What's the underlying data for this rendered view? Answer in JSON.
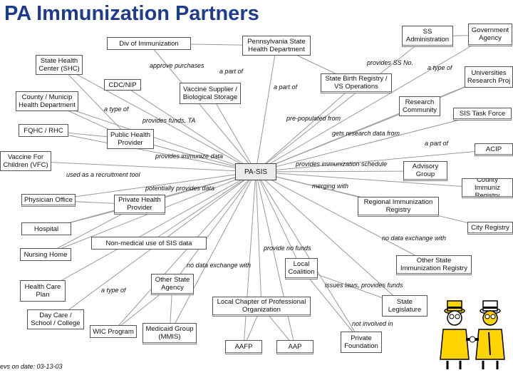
{
  "title": "PA Immunization Partners",
  "footer": "evs on date: 03-13-03",
  "colors": {
    "title": "#1f3b8c",
    "link_line": "#9a9a9a",
    "hub_fill": "#ececec"
  },
  "nodes": {
    "div_immunization": "Div of Immunization",
    "pa_health_dept": "Pennsylvania State\nHealth Department",
    "ss_admin": "SS\nAdministration",
    "gov_agency": "Government\nAgency",
    "state_health_center": "State Health\nCenter (SHC)",
    "cdc_nip": "CDC/NIP",
    "vaccine_supplier": "Vaccine Supplier /\nBiological Storage",
    "birth_registry": "State Birth Registry /\nVS Operations",
    "universities": "Universities\nResearch Proj",
    "county_health": "County / Municip\nHealth Department",
    "research_community": "Research\nCommunity",
    "sis_task_force": "SIS Task Force",
    "fqhc": "FQHC / RHC",
    "public_health_provider": "Public Health\nProvider",
    "acip": "ACIP",
    "vfc": "Vaccine For\nChildren (VFC)",
    "pa_sis": "PA-SIS",
    "advisory_group": "Advisory\nGroup",
    "county_immun_registry": "County Immuniz\nRegistry",
    "physician_office": "Physician Office",
    "private_health_provider": "Private Health\nProvider",
    "regional_registry": "Regional Immunization\nRegistry",
    "hospital": "Hospital",
    "city_registry": "City Registry",
    "nonmedical_use": "Non-medical use of SIS data",
    "nursing_home": "Nursing Home",
    "local_coalition": "Local\nCoalition",
    "other_state_registry": "Other State\nImmunization Registry",
    "health_care_plan": "Health Care\nPlan",
    "other_state_agency": "Other State\nAgency",
    "local_chapter": "Local Chapter of Professional\nOrganization",
    "state_legislature": "State\nLegislature",
    "day_care": "Day Care /\nSchool / College",
    "wic_program": "WIC Program",
    "medicaid_group": "Medicaid Group\n(MMIS)",
    "aafp": "AAFP",
    "aap": "AAP",
    "private_foundation": "Private\nFoundation"
  },
  "labels": {
    "approve_purchases": "approve purchases",
    "a_part_of_1": "a part of",
    "provides_ss_no": "provides SS No.",
    "a_type_of_1": "a type of",
    "a_part_of_2": "a part of",
    "a_type_of_2": "a type of",
    "provides_funds_ta": "provides funds, TA",
    "pre_populated_from": "pre-populated from",
    "gets_research_data_from": "gets research data from",
    "a_part_of_3": "a part of",
    "provides_immunize_data": "provides immunize data",
    "provides_immunization_schedule": "provides immunization schedule",
    "used_as_recruitment_tool": "used as a recruitment tool",
    "potentially_provides_data": "potentially provides data",
    "merging_with": "merging with",
    "no_data_exchange_with_1": "no data exchange with",
    "provide_no_funds": "provide no funds",
    "no_data_exchange_with_2": "no data exchange with",
    "a_type_of_3": "a type of",
    "issues_laws_provides_funds": "issues laws, provides funds",
    "not_involved_in": "not involved in"
  }
}
